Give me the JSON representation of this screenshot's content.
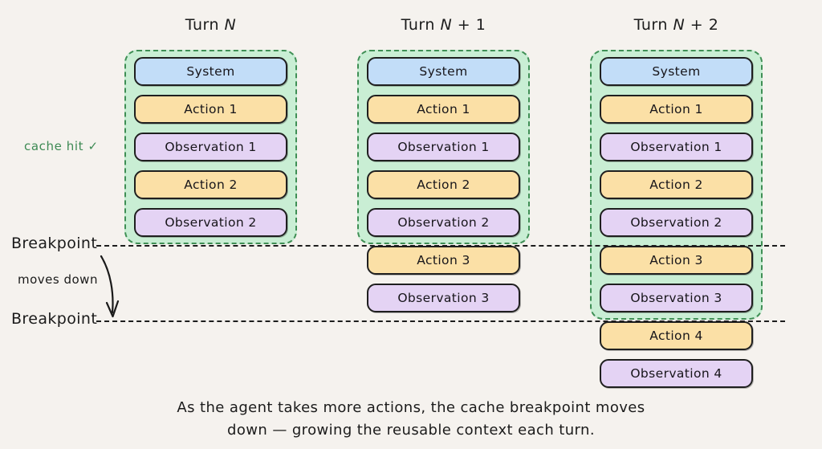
{
  "background_color": "#f5f2ee",
  "palette": {
    "system": "#c2ddf8",
    "action": "#fbe0a6",
    "observation": "#e4d3f4",
    "cache_band_fill": "#c9eed4",
    "cache_band_border": "#3f8f55",
    "cache_hit_text": "#3d8a54",
    "outline": "#1f1f1f"
  },
  "columns": [
    {
      "title_prefix": "Turn ",
      "title_var": "N",
      "title_suffix": "",
      "cached_count": 5,
      "items": [
        {
          "label": "System",
          "kind": "system",
          "cached": true
        },
        {
          "label": "Action 1",
          "kind": "action",
          "cached": true
        },
        {
          "label": "Observation 1",
          "kind": "observation",
          "cached": true
        },
        {
          "label": "Action 2",
          "kind": "action",
          "cached": true
        },
        {
          "label": "Observation 2",
          "kind": "observation",
          "cached": true
        }
      ]
    },
    {
      "title_prefix": "Turn ",
      "title_var": "N",
      "title_suffix": " + 1",
      "cached_count": 5,
      "items": [
        {
          "label": "System",
          "kind": "system",
          "cached": true
        },
        {
          "label": "Action 1",
          "kind": "action",
          "cached": true
        },
        {
          "label": "Observation 1",
          "kind": "observation",
          "cached": true
        },
        {
          "label": "Action 2",
          "kind": "action",
          "cached": true
        },
        {
          "label": "Observation 2",
          "kind": "observation",
          "cached": true
        },
        {
          "label": "Action 3",
          "kind": "action",
          "cached": false
        },
        {
          "label": "Observation 3",
          "kind": "observation",
          "cached": false
        }
      ]
    },
    {
      "title_prefix": "Turn ",
      "title_var": "N",
      "title_suffix": " + 2",
      "cached_count": 7,
      "items": [
        {
          "label": "System",
          "kind": "system",
          "cached": true
        },
        {
          "label": "Action 1",
          "kind": "action",
          "cached": true
        },
        {
          "label": "Observation 1",
          "kind": "observation",
          "cached": true
        },
        {
          "label": "Action 2",
          "kind": "action",
          "cached": true
        },
        {
          "label": "Observation 2",
          "kind": "observation",
          "cached": true
        },
        {
          "label": "Action 3",
          "kind": "action",
          "cached": true
        },
        {
          "label": "Observation 3",
          "kind": "observation",
          "cached": true
        },
        {
          "label": "Action 4",
          "kind": "action",
          "cached": false
        },
        {
          "label": "Observation 4",
          "kind": "observation",
          "cached": false
        }
      ]
    }
  ],
  "annotations": {
    "cache_hit": "cache hit ✓",
    "breakpoint_upper": "Breakpoint",
    "breakpoint_lower": "Breakpoint",
    "moves_down": "moves down"
  },
  "caption": {
    "line1": "As the agent takes more actions, the cache breakpoint moves",
    "line2": "down — growing the reusable context each turn."
  }
}
